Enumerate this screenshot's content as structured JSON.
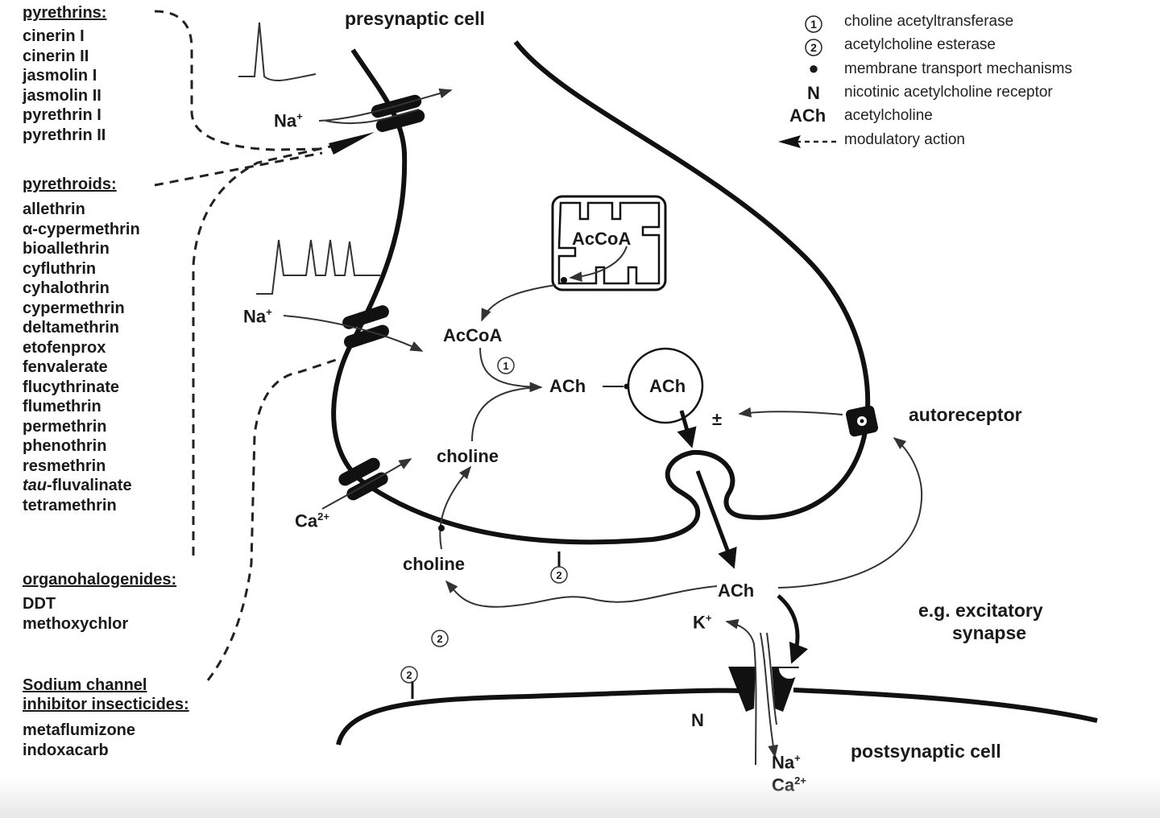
{
  "groups": {
    "pyrethrins": {
      "heading": "pyrethrins:",
      "items": [
        "cinerin I",
        "cinerin II",
        "jasmolin I",
        "jasmolin II",
        "pyrethrin I",
        "pyrethrin II"
      ]
    },
    "pyrethroids": {
      "heading": "pyrethroids:",
      "items": [
        "allethrin",
        "α-cypermethrin",
        "bioallethrin",
        "cyfluthrin",
        "cyhalothrin",
        "cypermethrin",
        "deltamethrin",
        "etofenprox",
        "fenvalerate",
        "flucythrinate",
        "flumethrin",
        "permethrin",
        "phenothrin",
        "resmethrin",
        "tetramethrin"
      ],
      "tau_prefix": "tau",
      "tau_suffix": "-fluvalinate"
    },
    "organohalogenides": {
      "heading": "organohalogenides:",
      "items": [
        "DDT",
        "methoxychlor"
      ]
    },
    "sodium_channel": {
      "heading_line1": "Sodium channel",
      "heading_line2": "inhibitor insecticides:",
      "items": [
        "metaflumizone",
        "indoxacarb"
      ]
    }
  },
  "legend": [
    {
      "symbol": "1",
      "symbol_type": "circled-digit",
      "text": "choline acetyltransferase"
    },
    {
      "symbol": "2",
      "symbol_type": "circled-digit",
      "text": "acetylcholine esterase"
    },
    {
      "symbol": "●",
      "symbol_type": "dot",
      "text": "membrane transport mechanisms"
    },
    {
      "symbol": "N",
      "symbol_type": "letter",
      "text": "nicotinic acetylcholine receptor"
    },
    {
      "symbol": "ACh",
      "symbol_type": "letter",
      "text": "acetylcholine"
    },
    {
      "symbol": "arrow-dashed",
      "symbol_type": "dashed-arrow",
      "text": "modulatory action"
    }
  ],
  "labels": {
    "presynaptic_cell": "presynaptic cell",
    "postsynaptic_cell": "postsynaptic cell",
    "autoreceptor": "autoreceptor",
    "excitatory_line1": "e.g. excitatory",
    "excitatory_line2": "synapse",
    "na_top": "Na",
    "na_mid": "Na",
    "ca_left": "Ca",
    "ca_left_sup": "2+",
    "plus_sup": "+",
    "accoa_mito": "AcCoA",
    "accoa": "AcCoA",
    "ach_synth": "ACh",
    "ach_vesicle": "ACh",
    "ach_cleft": "ACh",
    "choline_inside": "choline",
    "choline_outside": "choline",
    "plus_minus": "±",
    "k_plus": "K",
    "na_post": "Na",
    "ca_post": "Ca",
    "ca_post_sup": "2+",
    "n_receptor": "N",
    "enzyme_1": "1",
    "enzyme_2": "2"
  },
  "colors": {
    "ink": "#1a1a1a",
    "line": "#333333",
    "background": "#ffffff"
  }
}
